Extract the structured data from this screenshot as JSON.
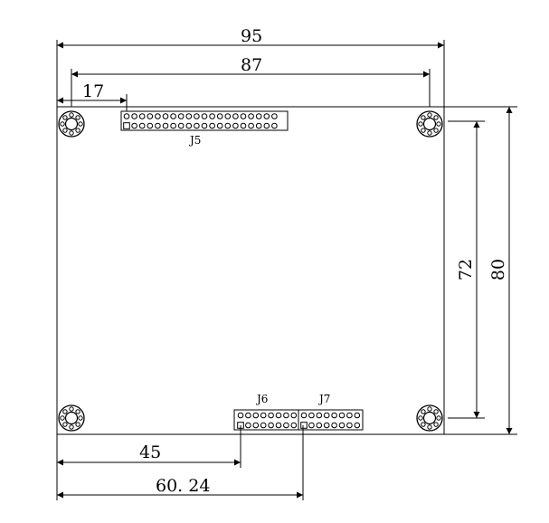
{
  "board": {
    "connectors": {
      "j5": "J5",
      "j6": "J6",
      "j7": "J7"
    }
  },
  "dimensions": {
    "width_overall": "95",
    "hole_span_horizontal": "87",
    "j5_offset": "17",
    "height_overall": "80",
    "hole_span_vertical": "72",
    "j6_offset": "45",
    "j7_offset": "60. 24"
  }
}
